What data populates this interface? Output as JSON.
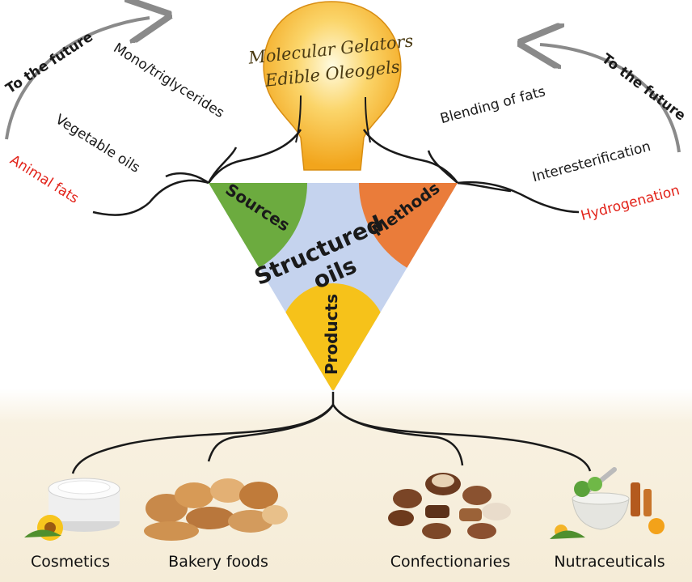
{
  "bulb": {
    "line1": "Molecular Gelators",
    "line2": "Edible Oleogels"
  },
  "left_branch": {
    "future": "To the future",
    "items": [
      "Mono/triglycerides",
      "Vegetable oils"
    ],
    "legacy": "Animal fats"
  },
  "right_branch": {
    "future": "To the future",
    "items": [
      "Blending of fats",
      "Interesterification"
    ],
    "legacy": "Hydrogenation"
  },
  "triangle": {
    "center": [
      "Structured",
      "oils"
    ],
    "sectors": {
      "sources": "Sources",
      "methods": "Methods",
      "products": "Products"
    }
  },
  "products": [
    "Cosmetics",
    "Bakery foods",
    "Confectionaries",
    "Nutraceuticals"
  ],
  "colors": {
    "bulb": "#f5a623",
    "triangle": "#c5d3ee",
    "sources": "#6cab3f",
    "methods": "#ea7c3a",
    "products": "#f6c21a",
    "legacy_text": "#e2231a",
    "bottom_band": "#f7efdc"
  }
}
